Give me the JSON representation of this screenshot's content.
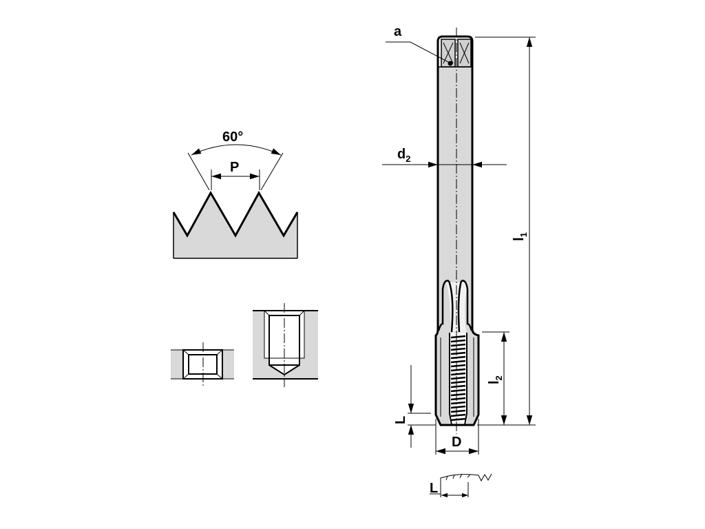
{
  "profile": {
    "angle_label": "60°",
    "pitch_label": "P"
  },
  "tap": {
    "square_label": "a",
    "shank_diameter_label": "d",
    "shank_diameter_sub": "2",
    "total_length_label": "l",
    "total_length_sub": "1",
    "thread_length_label": "l",
    "thread_length_sub": "2",
    "chamfer_label": "L",
    "diameter_label": "D",
    "detail_chamfer_label": "L"
  },
  "colors": {
    "fill": "#d9d9d9",
    "line": "#000000"
  }
}
